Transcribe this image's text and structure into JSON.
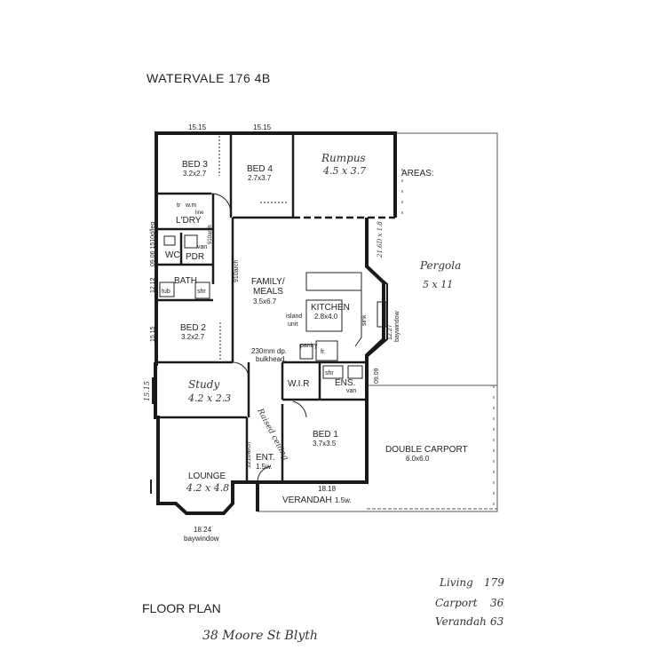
{
  "header": {
    "title": "WATERVALE 176 4B"
  },
  "footer": {
    "plan_label": "FLOOR PLAN",
    "address": "38 Moore St Blyth"
  },
  "areas": {
    "living_label": "Living",
    "living_value": "179",
    "carport_label": "Carport",
    "carport_value": "36",
    "verandah_label": "Verandah",
    "verandah_value": "63"
  },
  "rooms": {
    "bed3": {
      "name": "BED 3",
      "size": "3.2x2.7"
    },
    "bed4": {
      "name": "BED 4",
      "size": "2.7x3.7"
    },
    "rumpus": {
      "name": "Rumpus",
      "size": "4.5 x 3.7"
    },
    "areas_label": "AREAS:",
    "ldry": "L'DRY",
    "wm": "w.m",
    "tr": "tr",
    "line": "line",
    "wc": "WC",
    "pdr": "PDR",
    "van_pdr": "van",
    "bath": "BATH",
    "tub": "tub",
    "bath_shr": "shr",
    "family_line1": "FAMILY/",
    "family_line2": "MEALS",
    "family_size": "3.5x6.7",
    "kitchen": "KITCHEN",
    "kitchen_size": "2.8x4.0",
    "island_line1": "island",
    "island_line2": "unit",
    "sink": "sink",
    "pantry": "pantry",
    "fr": "fr.",
    "bulkhead_line1": "230mm dp.",
    "bulkhead_line2": "bulkhead.",
    "bed2": {
      "name": "BED 2",
      "size": "3.2x2.7"
    },
    "study": {
      "name": "Study",
      "size": "4.2 x 2.3"
    },
    "wir": "W.I.R",
    "ens": "ENS.",
    "ens_shr": "shr",
    "ens_van": "van",
    "bed1": {
      "name": "BED 1",
      "size": "3.7x3.5"
    },
    "carport": {
      "name": "DOUBLE CARPORT",
      "size": "6.0x6.0"
    },
    "pergola": {
      "name": "Pergola",
      "size": "5 x 11"
    },
    "ent": {
      "name": "ENT.",
      "size": "1.5w."
    },
    "raised_ceiling": "Raised ceiling",
    "lounge": {
      "name": "LOUNGE",
      "size": "4.2 x 4.8"
    },
    "verandah": "VERANDAH",
    "verandah_w": "1.5w."
  },
  "dims": {
    "top_left": "15.15",
    "top_mid": "15.15",
    "left_a": "09.06 1510d/leg",
    "left_b": "12.12",
    "left_c": "15.15",
    "left_d": "15.15",
    "arch_910": "910arch",
    "arch_910b": "910arch",
    "arch_1210": "1210arch",
    "right_kitchen": "21.6D x 1.8",
    "right_bay": "12.27",
    "bay_label": "baywindow",
    "ens_side": "09.09",
    "bottom_lounge": "18.24",
    "bottom_lounge_bay": "baywindow",
    "bottom_bed1": "18.18"
  }
}
